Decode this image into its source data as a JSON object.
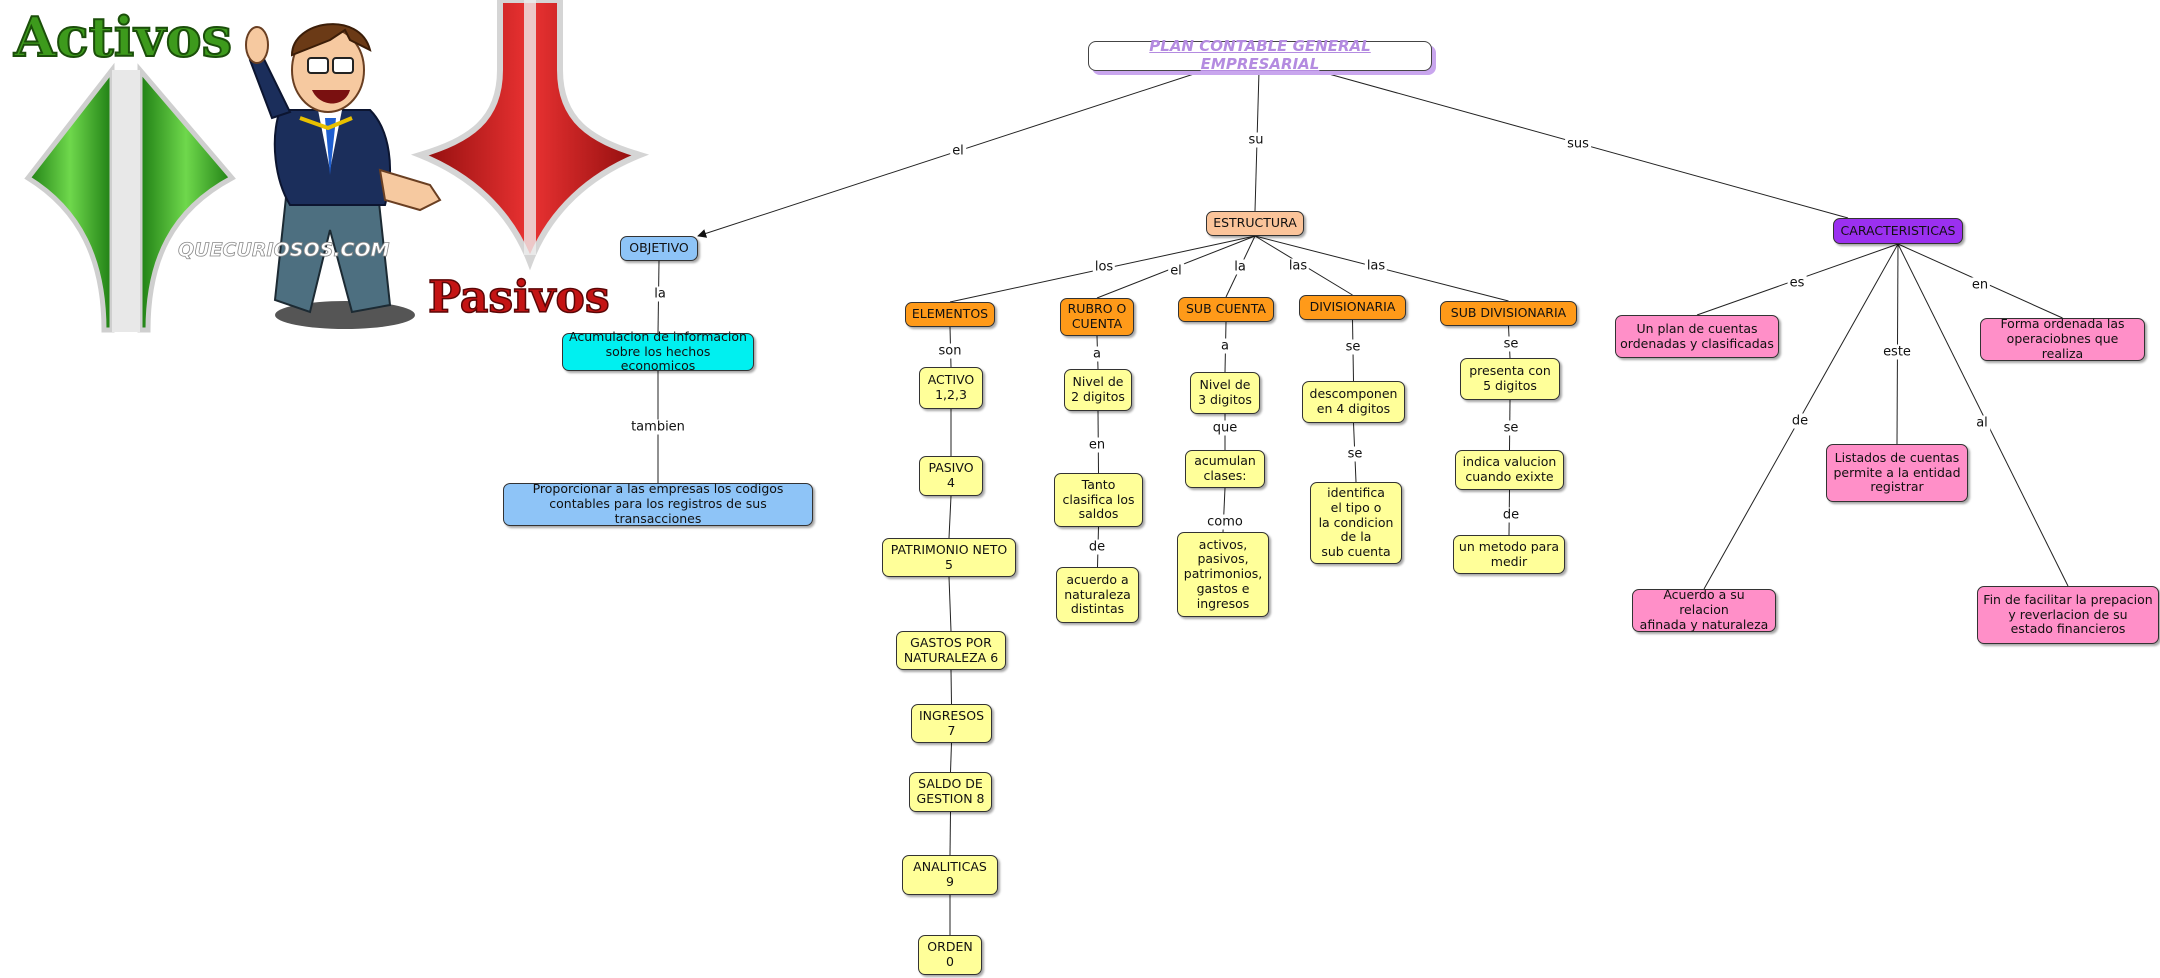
{
  "colors": {
    "root_text": "#b48be0",
    "objetivo": "#8ec4f7",
    "acumulacion": "#00f0f0",
    "estructura": "#fbc49a",
    "category": "#ff9a19",
    "yellow": "#ffff99",
    "caracteristicas": "#9b30f0",
    "pink": "#ff8fc8",
    "activos_text": "#3d9a1c",
    "pasivos_text": "#c41414",
    "arrow_green": "#3eae2a",
    "arrow_red": "#c01818"
  },
  "header_art": {
    "activos": "Activos",
    "pasivos": "Pasivos",
    "watermark": "QUECURIOSOS.COM",
    "icons": [
      "green-up-arrow-icon",
      "red-down-arrow-icon",
      "businessman-cartoon-icon"
    ]
  },
  "nodes": {
    "root": "PLAN CONTABLE GENERAL EMPRESARIAL",
    "objetivo": "OBJETIVO",
    "acumulacion": "Acumulacion de informacion\nsobre los hechos economicos",
    "proporcionar": "Proporcionar a las empresas los codigos\ncontables para los registros de sus transacciones",
    "estructura": "ESTRUCTURA",
    "elementos": "ELEMENTOS",
    "rubro": "RUBRO O\nCUENTA",
    "subcuenta": "SUB CUENTA",
    "divisionaria": "DIVISIONARIA",
    "subdivisionaria": "SUB DIVISIONARIA",
    "activo": "ACTIVO\n1,2,3",
    "pasivo": "PASIVO\n4",
    "patrimonio": "PATRIMONIO NETO\n5",
    "gastos": "GASTOS POR\nNATURALEZA 6",
    "ingresos": "INGRESOS\n7",
    "saldo": "SALDO DE\nGESTION 8",
    "analiticas": "ANALITICAS\n9",
    "orden": "ORDEN\n0",
    "nivel2": "Nivel de\n2 digitos",
    "tanto": "Tanto\nclasifica los\nsaldos",
    "acuerdo_nat": "acuerdo a\nnaturaleza\ndistintas",
    "nivel3": "Nivel de\n3 digitos",
    "acumulan": "acumulan\nclases:",
    "activos_list": "activos,\npasivos,\npatrimonios,\ngastos e\ningresos",
    "descomponen": "descomponen\nen 4 digitos",
    "identifica": "identifica\nel tipo o\nla condicion\nde la\nsub cuenta",
    "presenta": "presenta con\n5 digitos",
    "indica": "indica valucion\ncuando exixte",
    "metodo": "un metodo para\nmedir",
    "caracteristicas": "CARACTERISTICAS",
    "plan_cuentas": "Un plan de cuentas\nordenadas y clasificadas",
    "forma": "Forma ordenada las\noperaciobnes que realiza",
    "listados": "Listados de cuentas\npermite a la entidad\nregistrar",
    "acuerdo_rel": "Acuerdo a su relacion\nafinada y naturaleza",
    "fin": "Fin de facilitar la prepacion\ny reverlacion de su\nestado financieros"
  },
  "links": {
    "el_objetivo": "el",
    "su": "su",
    "sus": "sus",
    "la": "la",
    "tambien": "tambien",
    "los": "los",
    "el_rubro": "el",
    "la_sub": "la",
    "las_div": "las",
    "las_subdiv": "las",
    "son": "son",
    "a_rubro": "a",
    "en_rubro": "en",
    "de_rubro": "de",
    "a_sub": "a",
    "que": "que",
    "como": "como",
    "se_div1": "se",
    "se_div2": "se",
    "se_sd1": "se",
    "se_sd2": "se",
    "de_sd": "de",
    "es": "es",
    "en_car": "en",
    "este": "este",
    "de_car": "de",
    "al": "al"
  }
}
